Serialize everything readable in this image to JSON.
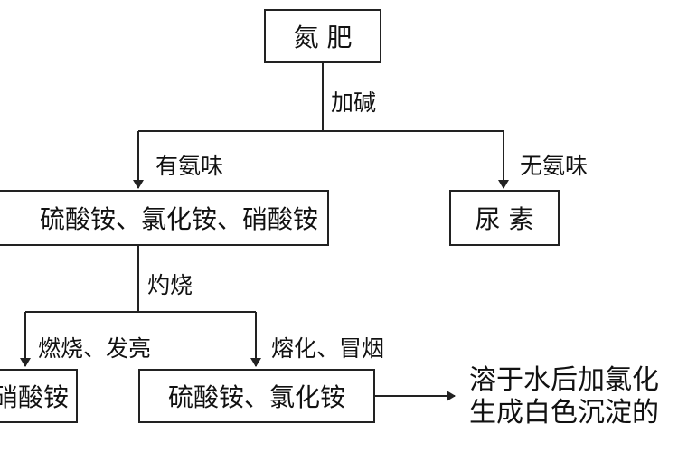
{
  "diagram": {
    "root": "氮 肥",
    "edge_add_base": "加碱",
    "edge_ammonia": "有氨味",
    "edge_no_ammonia": "无氨味",
    "box_three_salts": "硫酸铵、氯化铵、硝酸铵",
    "box_urea": "尿 素",
    "edge_burn": "灼烧",
    "edge_burn_bright": "燃烧、发亮",
    "edge_melt_smoke": "熔化、冒烟",
    "box_nitrate": "硝酸铵",
    "box_two_salts": "硫酸铵、氯化铵",
    "result_line1": "溶于水后加氯化",
    "result_line2": "生成白色沉淀的"
  }
}
